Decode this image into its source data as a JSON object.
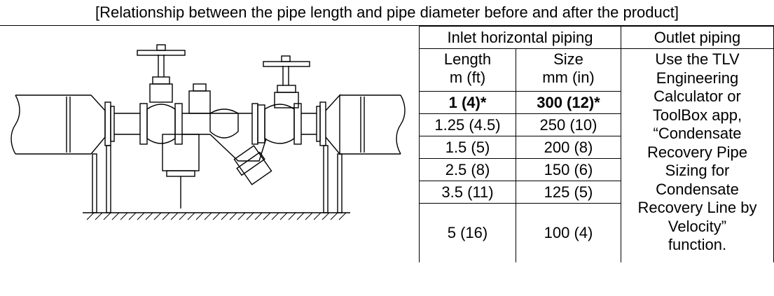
{
  "title": "[Relationship between the pipe length and pipe diameter before and after the product]",
  "table": {
    "inlet_header": "Inlet horizontal piping",
    "outlet_header": "Outlet piping",
    "length_header": "Length",
    "length_unit": "m (ft)",
    "size_header": "Size",
    "size_unit": "mm (in)",
    "rows": [
      {
        "length": "1 (4)*",
        "size": "300 (12)*"
      },
      {
        "length": "1.25 (4.5)",
        "size": "250 (10)"
      },
      {
        "length": "1.5 (5)",
        "size": "200 (8)"
      },
      {
        "length": "2.5 (8)",
        "size": "150 (6)"
      },
      {
        "length": "3.5 (11)",
        "size": "125 (5)"
      },
      {
        "length": "5 (16)",
        "size": "100 (4)"
      }
    ],
    "outlet_lines": [
      "Use the TLV",
      "Engineering",
      "Calculator or",
      "ToolBox app,",
      "“Condensate",
      "Recovery Pipe",
      "Sizing for",
      "Condensate",
      "Recovery Line by",
      "Velocity”",
      "function."
    ]
  }
}
